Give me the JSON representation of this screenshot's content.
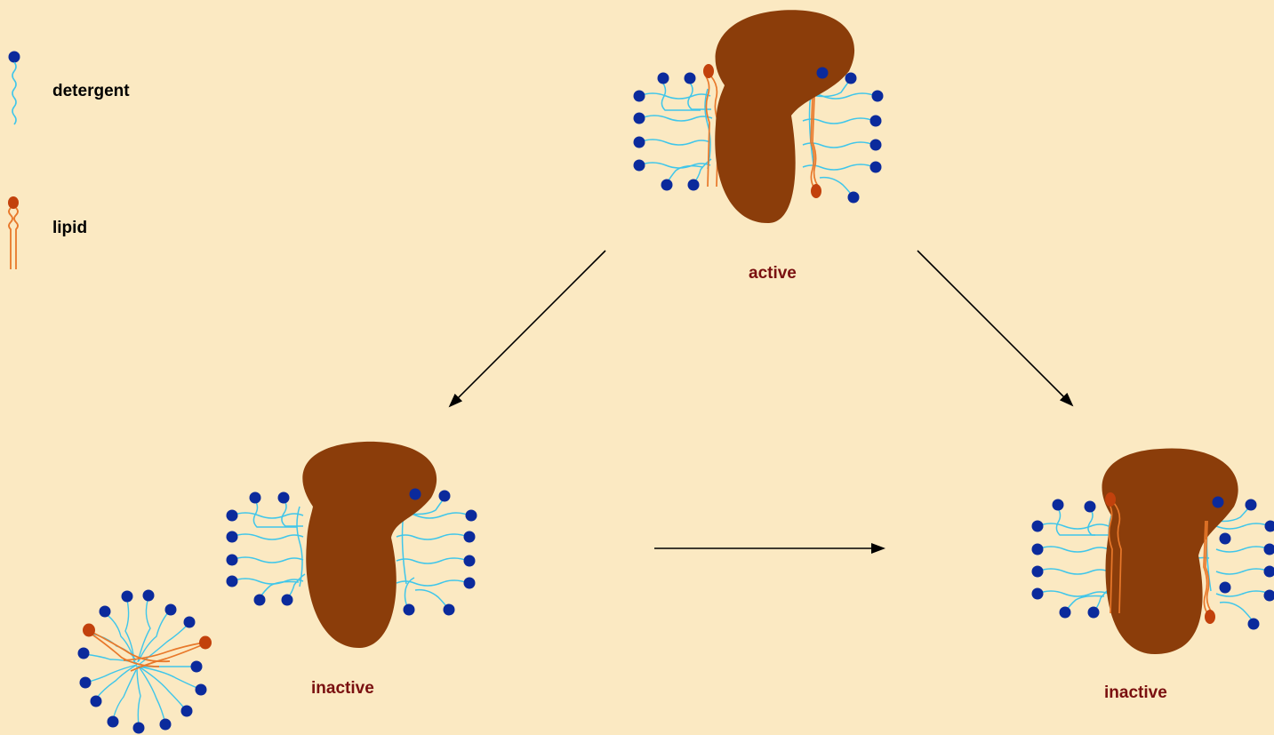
{
  "legend": {
    "detergent_label": "detergent",
    "lipid_label": "lipid"
  },
  "states": {
    "top": "active",
    "bottom_left": "inactive",
    "bottom_right": "inactive"
  },
  "colors": {
    "background": "#fbe9c2",
    "protein": "#8b3d0a",
    "detergent_head": "#0b2a9c",
    "detergent_tail": "#3fc6ea",
    "lipid_head": "#c2410c",
    "lipid_tail": "#e8782a",
    "state_label": "#7a1010",
    "arrow": "#000000"
  }
}
